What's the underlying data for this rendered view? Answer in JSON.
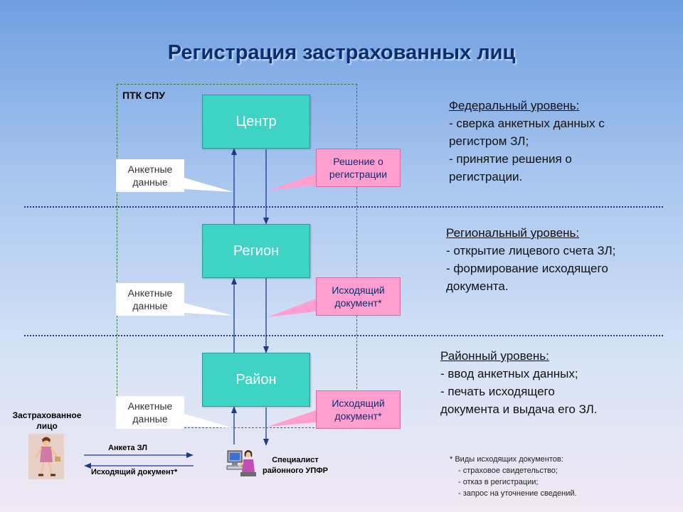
{
  "title": "Регистрация застрахованных лиц",
  "frame_label": "ПТК СПУ",
  "levels": {
    "center": "Центр",
    "region": "Регион",
    "district": "Район"
  },
  "callouts": {
    "anketnye_1": "Анкетные данные",
    "anketnye_2": "Анкетные данные",
    "anketnye_3": "Анкетные данные",
    "reshenie": "Решение о регистрации",
    "iskhod_1": "Исходящий документ*",
    "iskhod_2": "Исходящий документ*"
  },
  "descriptions": {
    "federal": {
      "head": "Федеральный уровень:",
      "lines": [
        "- сверка анкетных данных с",
        "регистром ЗЛ;",
        "- принятие решения о",
        "регистрации."
      ]
    },
    "regional": {
      "head": "Региональный уровень:",
      "lines": [
        "- открытие лицевого счета ЗЛ;",
        "- формирование исходящего",
        "документа."
      ]
    },
    "district": {
      "head": "Районный уровень:",
      "lines": [
        "- ввод анкетных данных;",
        "- печать исходящего",
        "документа и выдача его ЗЛ."
      ]
    }
  },
  "person_label": "Застрахованное лицо",
  "specialist_label": "Специалист районного УПФР",
  "flows": {
    "anketa": "Анкета ЗЛ",
    "iskhod": "Исходящий документ*"
  },
  "footnote": {
    "title": "* Виды исходящих документов:",
    "items": [
      "- страховое свидетельство;",
      "- отказ в регистрации;",
      "- запрос на уточнение сведений."
    ]
  },
  "colors": {
    "level_box": "#3ed3c4",
    "pink_callout": "#ff9fd0",
    "title": "#0b2d72"
  }
}
